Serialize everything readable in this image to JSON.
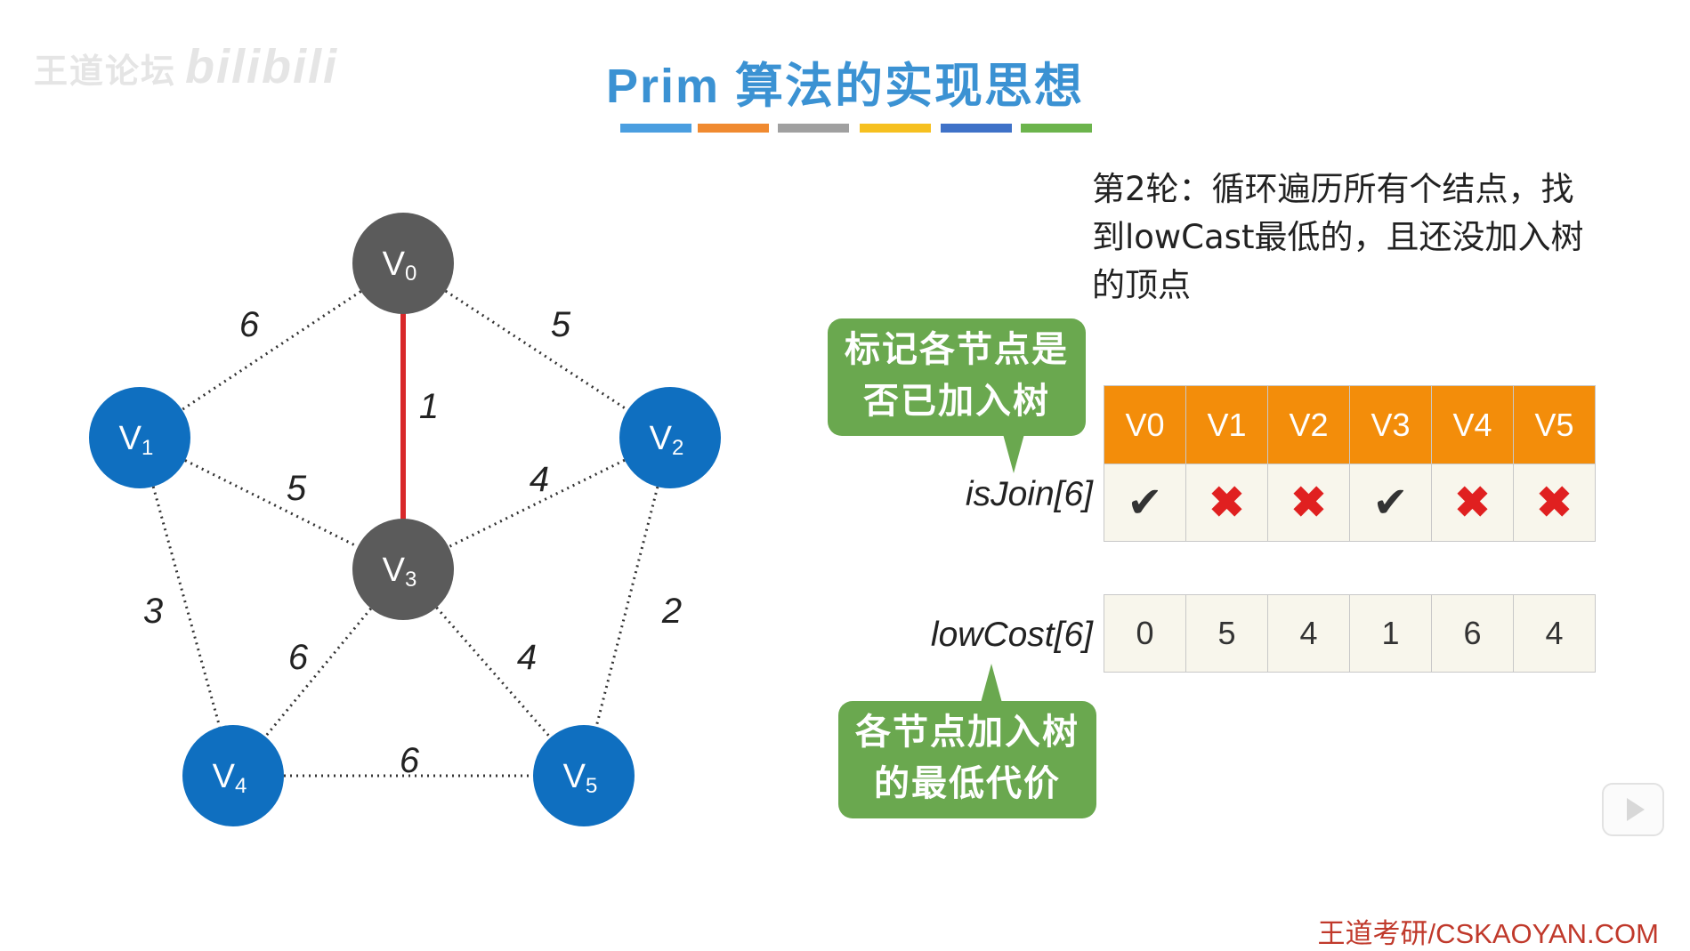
{
  "watermark": {
    "text": "王道论坛",
    "brand": "bilibili"
  },
  "title": "Prim 算法的实现思想",
  "title_bar_colors": [
    "#4a9ee0",
    "#f08a30",
    "#a0a0a0",
    "#f6c020",
    "#3f72c8",
    "#6cb44c"
  ],
  "description": [
    "第2轮：循环遍历所有个结点，找",
    "到lowCast最低的，且还没加入树",
    "的顶点"
  ],
  "graph": {
    "nodes": [
      {
        "id": "V0",
        "letter": "V",
        "sub": "0",
        "color": "#5b5b5b"
      },
      {
        "id": "V1",
        "letter": "V",
        "sub": "1",
        "color": "#0f6fc0"
      },
      {
        "id": "V2",
        "letter": "V",
        "sub": "2",
        "color": "#0f6fc0"
      },
      {
        "id": "V3",
        "letter": "V",
        "sub": "3",
        "color": "#5b5b5b"
      },
      {
        "id": "V4",
        "letter": "V",
        "sub": "4",
        "color": "#0f6fc0"
      },
      {
        "id": "V5",
        "letter": "V",
        "sub": "5",
        "color": "#0f6fc0"
      }
    ],
    "edges": [
      {
        "from": "V0",
        "to": "V1",
        "weight": "6",
        "style": "dotted"
      },
      {
        "from": "V0",
        "to": "V2",
        "weight": "5",
        "style": "dotted"
      },
      {
        "from": "V0",
        "to": "V3",
        "weight": "1",
        "style": "red"
      },
      {
        "from": "V1",
        "to": "V3",
        "weight": "5",
        "style": "dotted"
      },
      {
        "from": "V2",
        "to": "V3",
        "weight": "4",
        "style": "dotted"
      },
      {
        "from": "V1",
        "to": "V4",
        "weight": "3",
        "style": "dotted"
      },
      {
        "from": "V2",
        "to": "V5",
        "weight": "2",
        "style": "dotted"
      },
      {
        "from": "V3",
        "to": "V4",
        "weight": "6",
        "style": "dotted"
      },
      {
        "from": "V3",
        "to": "V5",
        "weight": "4",
        "style": "dotted"
      },
      {
        "from": "V4",
        "to": "V5",
        "weight": "6",
        "style": "dotted"
      }
    ],
    "highlight_color": "#d8282a"
  },
  "bubbles": {
    "top": [
      "标记各节点是",
      "否已加入树"
    ],
    "bottom": [
      "各节点加入树",
      "的最低代价"
    ]
  },
  "arrays": {
    "headers": [
      "V0",
      "V1",
      "V2",
      "V3",
      "V4",
      "V5"
    ],
    "isJoin_label": "isJoin[6]",
    "isJoin": [
      "✔",
      "✖",
      "✖",
      "✔",
      "✖",
      "✖"
    ],
    "lowCost_label": "lowCost[6]",
    "lowCost": [
      "0",
      "5",
      "4",
      "1",
      "6",
      "4"
    ]
  },
  "footer": "王道考研/CSKAOYAN.COM"
}
